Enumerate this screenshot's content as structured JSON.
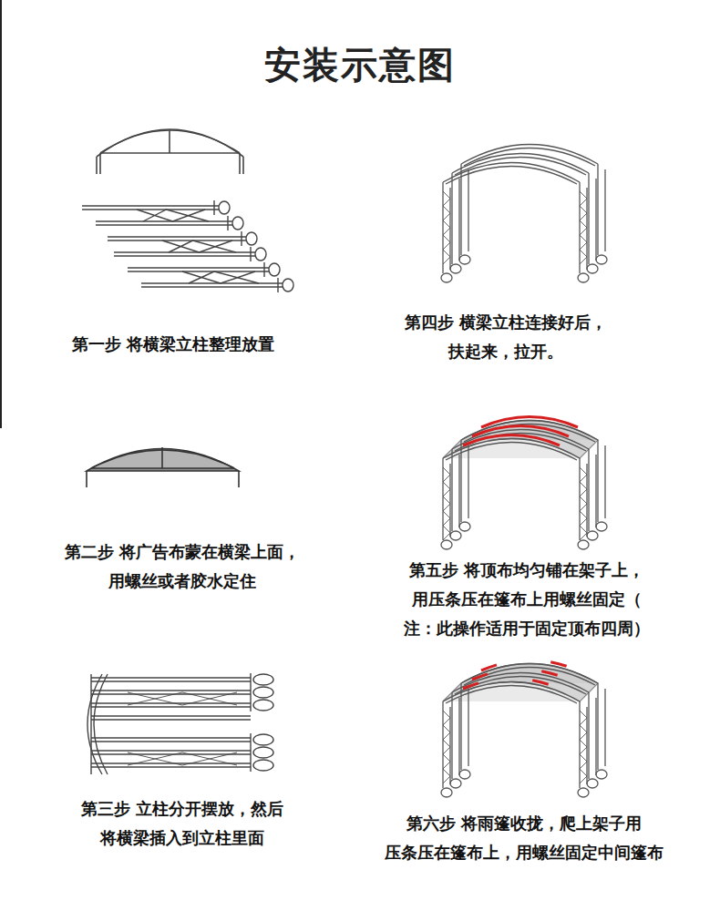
{
  "diagram": {
    "title": "安装示意图",
    "labels": [
      "第一步 将横梁立柱整理放置",
      "第四步 横梁立柱连接好后， 扶起来，拉开。",
      "第二步 将广告布蒙在横梁上面， 用螺丝或者胶水定住",
      "第五步 将顶布均匀铺在架子上， 用压条压在篷布上用螺丝固定（ 注：此操作适用于固定顶布四周）",
      "第三步 立柱分开摆放，然后 将横梁插入到立柱里面",
      "第六步 将雨篷收拢，爬上架子用 压条压在篷布上，用螺丝固定中间篷布"
    ]
  }
}
